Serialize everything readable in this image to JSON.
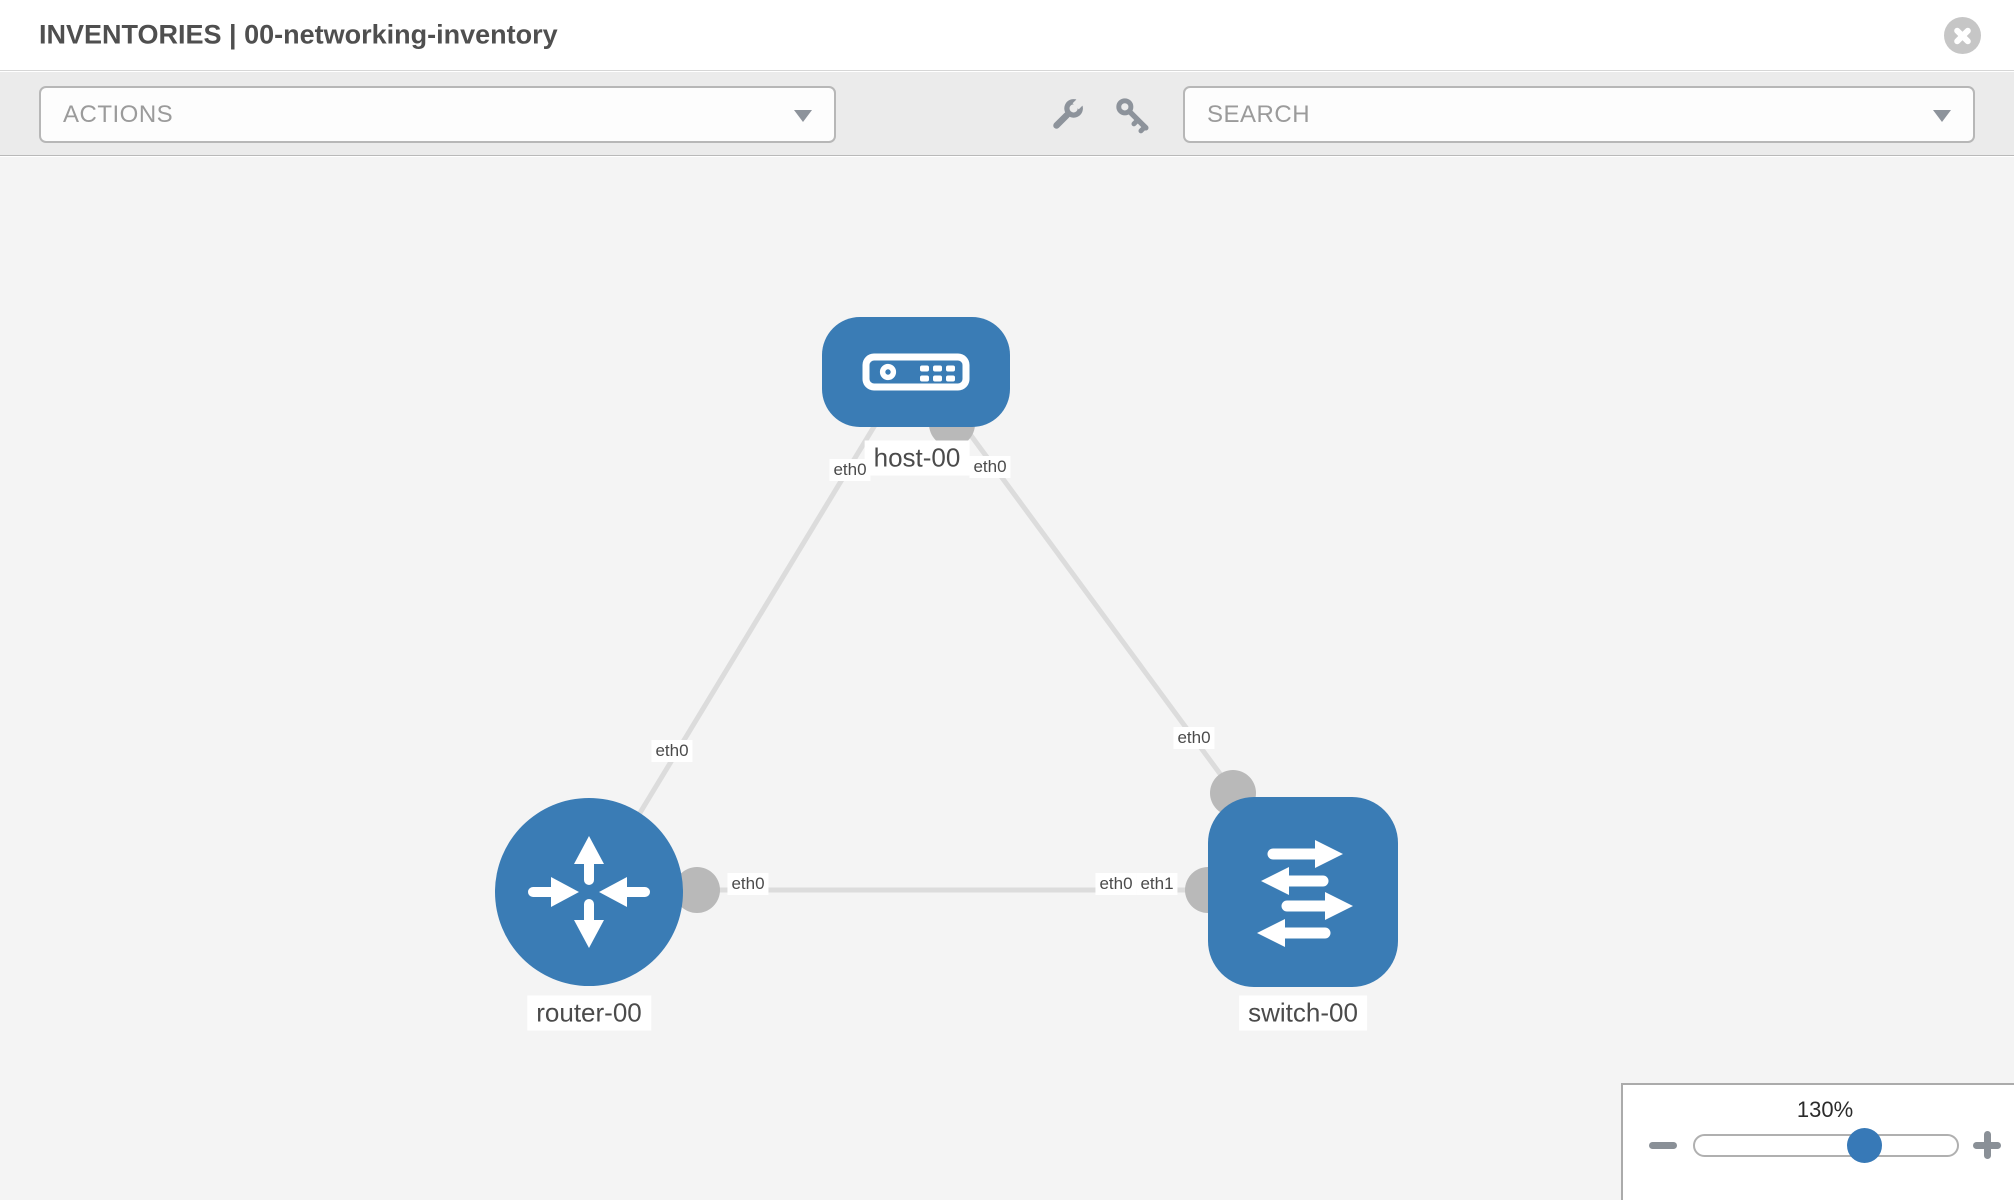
{
  "header": {
    "title": "INVENTORIES | 00-networking-inventory",
    "close_icon": "times-circle-icon"
  },
  "toolbar": {
    "actions_label": "ACTIONS",
    "search_placeholder": "SEARCH",
    "wrench_icon": "wrench-icon",
    "key_icon": "key-icon"
  },
  "topology": {
    "nodes": [
      {
        "id": "host-00",
        "label": "host-00",
        "type": "host",
        "icon": "host-device-icon",
        "shape": "rounded-rect"
      },
      {
        "id": "router-00",
        "label": "router-00",
        "type": "router",
        "icon": "router-arrows-icon",
        "shape": "circle"
      },
      {
        "id": "switch-00",
        "label": "switch-00",
        "type": "switch",
        "icon": "switch-arrows-icon",
        "shape": "rounded-square"
      }
    ],
    "links": [
      {
        "source": "host-00",
        "source_interface": "eth0",
        "target": "router-00",
        "target_interface": "eth0"
      },
      {
        "source": "host-00",
        "source_interface": "eth0",
        "target": "switch-00",
        "target_interface": "eth0"
      },
      {
        "source": "router-00",
        "source_interface": "eth0",
        "target": "switch-00",
        "target_interface": "eth1"
      }
    ],
    "port_labels": {
      "host_to_router_near_host": "eth0",
      "host_to_router_near_router": "eth0",
      "host_to_switch_near_host": "eth0",
      "host_to_switch_near_switch": "eth0",
      "router_to_switch_near_router": "eth0",
      "router_to_switch_near_switch_back": "eth0",
      "router_to_switch_near_switch_front": "eth1"
    }
  },
  "zoom_control": {
    "level": "130%",
    "minus_icon": "minus-icon",
    "plus_icon": "plus-icon"
  },
  "colors": {
    "node_blue": "#3a7cb5",
    "accent_blue": "#3779b7",
    "link_gray": "#dcdcdc",
    "interface_gray": "#b9b9b9",
    "canvas_bg": "#f4f4f4",
    "toolbar_bg": "#ebebeb"
  }
}
